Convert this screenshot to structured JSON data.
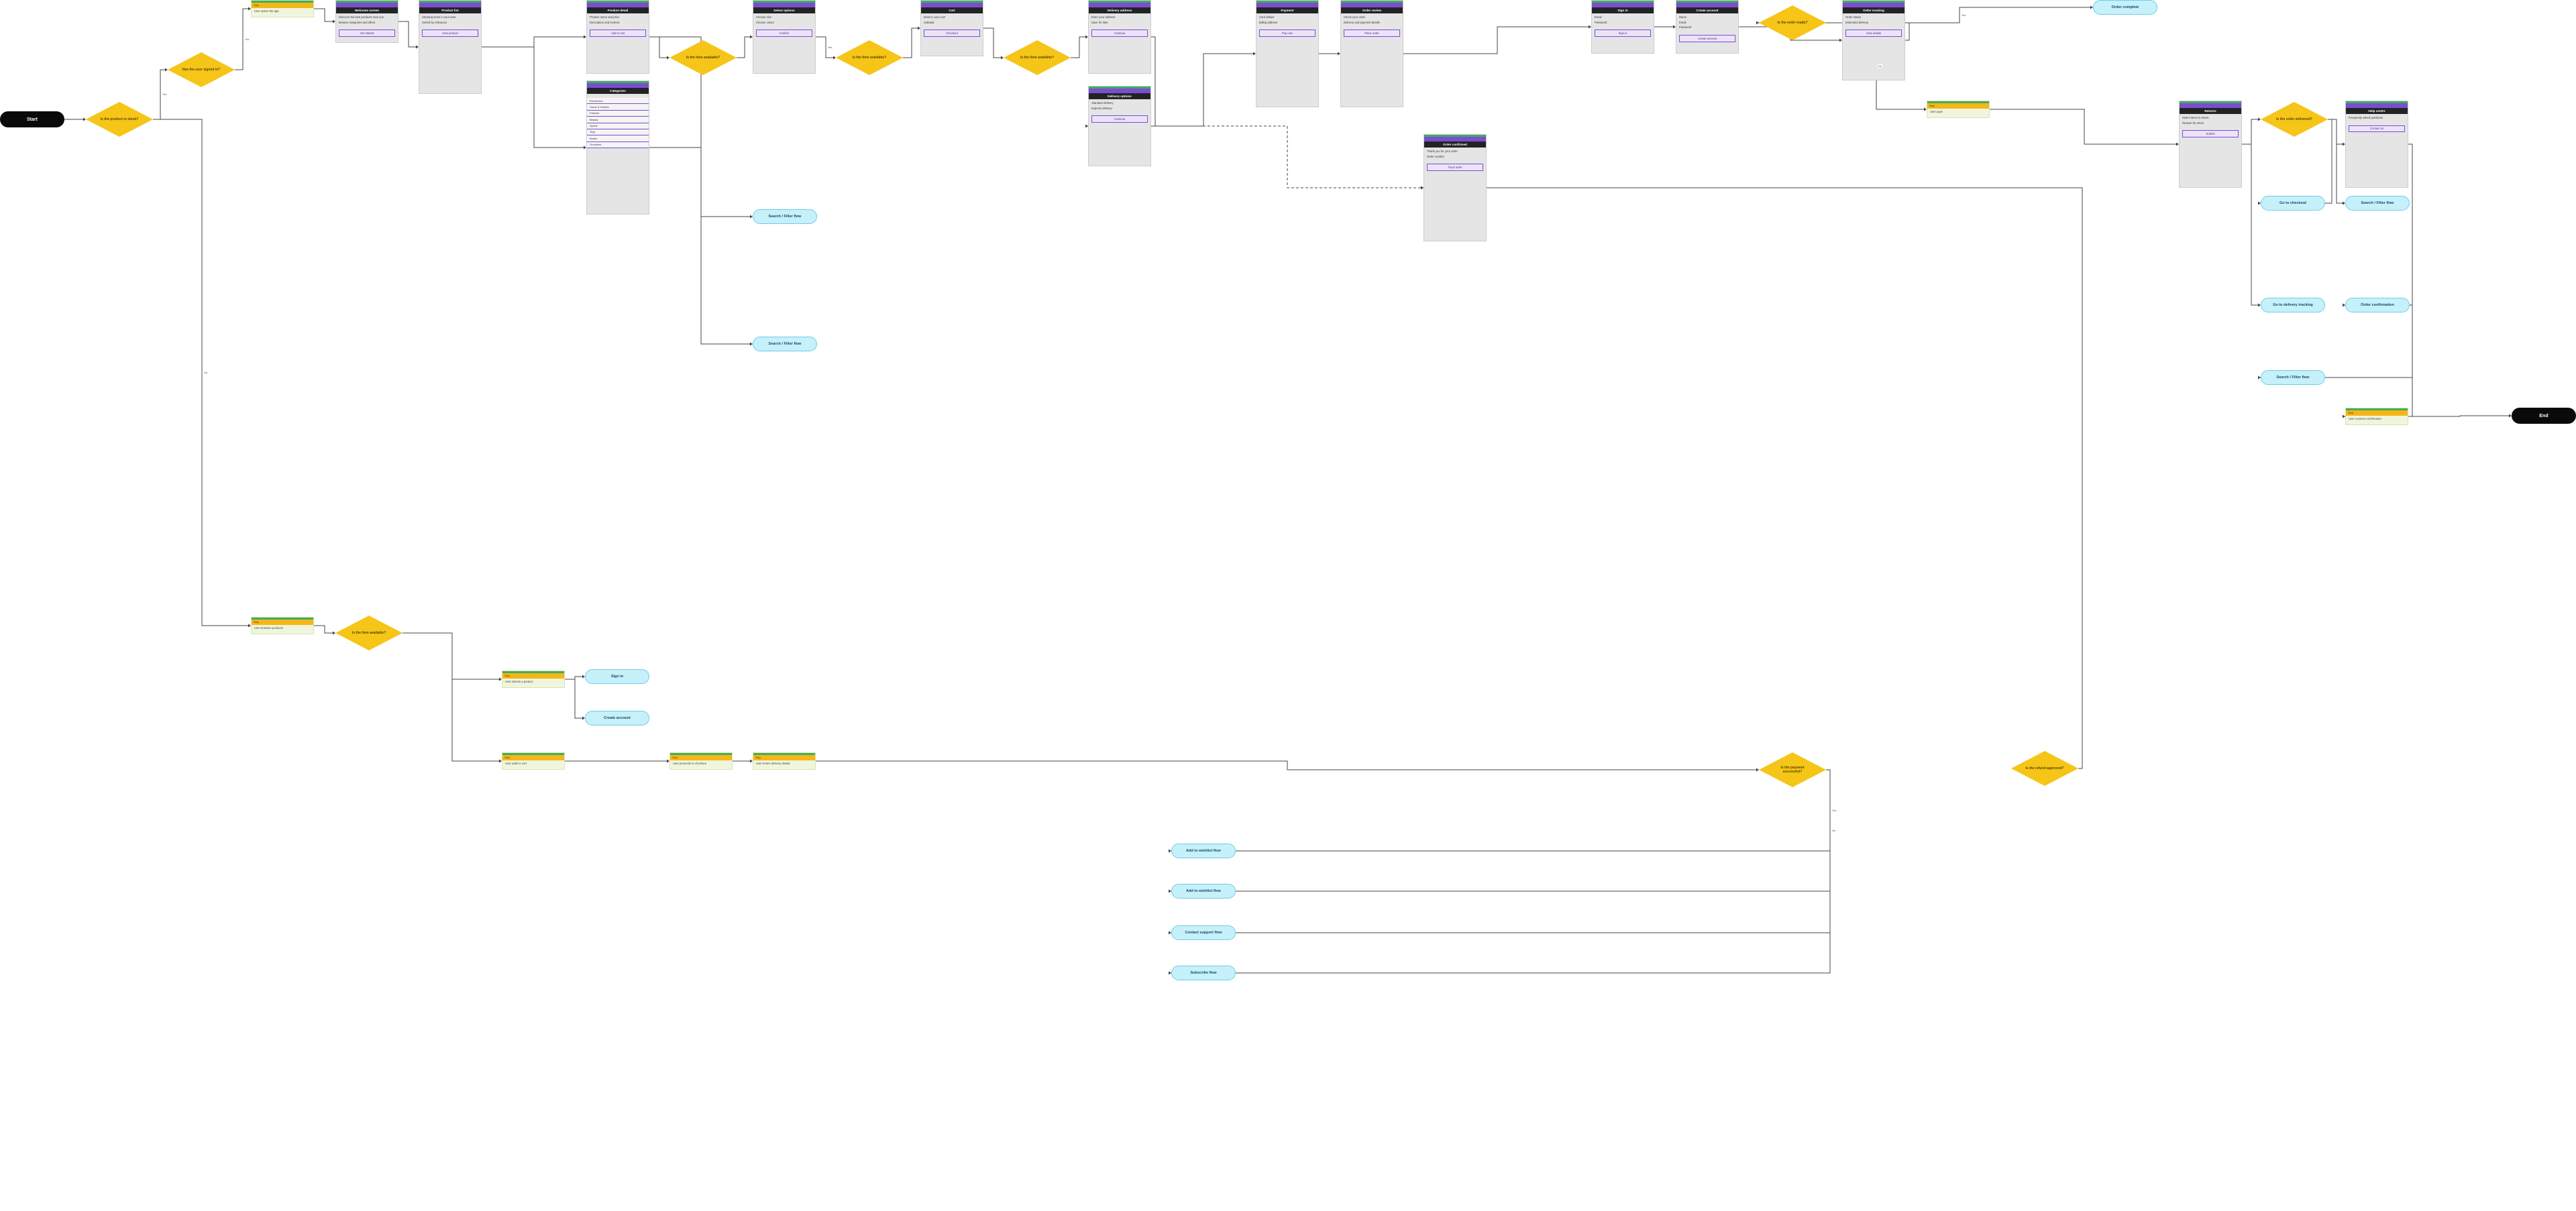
{
  "colors": {
    "terminal": "#0a0a0a",
    "decision": "#f5c518",
    "end_pill": "#c6f0fa",
    "card_bar": "#232323",
    "brand_bar": "#7c4dd1",
    "step_bar": "#f4b618",
    "status_strip": "#3fae5e",
    "note": "#fbd9a3",
    "connector": "#444444"
  },
  "terminals": {
    "start": "Start",
    "end": "End"
  },
  "decisions": [
    {
      "id": "d1",
      "label": "Is the product in stock?"
    },
    {
      "id": "d2",
      "label": "Has the user signed in?"
    },
    {
      "id": "d3",
      "label": "Is the item available?"
    },
    {
      "id": "d4",
      "label": "Is the item available?"
    },
    {
      "id": "d5",
      "label": "Is the item available?"
    },
    {
      "id": "d6",
      "label": "Is the item available?"
    },
    {
      "id": "d7",
      "label": "Is the payment successful?"
    },
    {
      "id": "d8",
      "label": "Is the order ready?"
    },
    {
      "id": "d9",
      "label": "Is the order delivered?"
    },
    {
      "id": "d10",
      "label": "Is the refund approved?"
    }
  ],
  "end_pills": [
    {
      "id": "p1",
      "label": "Order complete"
    },
    {
      "id": "p2",
      "label": "Search / Filter flow"
    },
    {
      "id": "p3",
      "label": "Search / Filter flow"
    },
    {
      "id": "p4",
      "label": "Go to checkout"
    },
    {
      "id": "p5",
      "label": "Go to delivery tracking"
    },
    {
      "id": "p6",
      "label": "Order confirmation"
    },
    {
      "id": "p7",
      "label": "Search / Filter flow"
    },
    {
      "id": "p8",
      "label": "Search / Filter flow"
    },
    {
      "id": "p9",
      "label": "Sign in"
    },
    {
      "id": "p10",
      "label": "Create account"
    },
    {
      "id": "p11",
      "label": "Add to wishlist flow"
    },
    {
      "id": "p12",
      "label": "Add to wishlist flow"
    },
    {
      "id": "p13",
      "label": "Contact support flow"
    },
    {
      "id": "p14",
      "label": "Subscribe flow"
    }
  ],
  "cards": [
    {
      "id": "c1",
      "title": "Welcome screen",
      "lines": [
        "Discover the best products near you",
        "Browse categories and offers"
      ],
      "button": "Get started",
      "note": ""
    },
    {
      "id": "c2",
      "title": "Product list",
      "lines": [
        "Showing items in your area",
        "Sorted by relevance"
      ],
      "button": "View product",
      "note": ""
    },
    {
      "id": "c3",
      "title": "Product detail",
      "lines": [
        "Product name and price",
        "Description and reviews"
      ],
      "button": "Add to cart",
      "note": ""
    },
    {
      "id": "c4",
      "title": "Select options",
      "lines": [
        "Choose size",
        "Choose colour"
      ],
      "button": "Confirm",
      "note": ""
    },
    {
      "id": "c5",
      "title": "Categories",
      "lines": [],
      "button": "",
      "note": ""
    },
    {
      "id": "c6",
      "title": "Cart",
      "lines": [
        "Items in your cart",
        "Subtotal"
      ],
      "button": "Checkout",
      "note": ""
    },
    {
      "id": "c7",
      "title": "Delivery address",
      "lines": [
        "Enter your address",
        "Save for later"
      ],
      "button": "Continue",
      "note": ""
    },
    {
      "id": "c8",
      "title": "Delivery options",
      "lines": [
        "Standard delivery",
        "Express delivery"
      ],
      "button": "Continue",
      "note": ""
    },
    {
      "id": "c9",
      "title": "Payment",
      "lines": [
        "Card details",
        "Billing address"
      ],
      "button": "Pay now",
      "note": ""
    },
    {
      "id": "c10",
      "title": "Order review",
      "lines": [
        "Check your order",
        "Delivery and payment details"
      ],
      "button": "Place order",
      "note": ""
    },
    {
      "id": "c11",
      "title": "Order confirmed",
      "lines": [
        "Thank you for your order",
        "Order number"
      ],
      "button": "Track order",
      "note": ""
    },
    {
      "id": "c12",
      "title": "Sign in",
      "lines": [
        "Email",
        "Password"
      ],
      "button": "Sign in",
      "note": ""
    },
    {
      "id": "c13",
      "title": "Create account",
      "lines": [
        "Name",
        "Email",
        "Password"
      ],
      "button": "Create account",
      "note": ""
    },
    {
      "id": "c14",
      "title": "Order tracking",
      "lines": [
        "Order status",
        "Estimated delivery"
      ],
      "button": "View details",
      "note": ""
    },
    {
      "id": "c15",
      "title": "Returns",
      "lines": [
        "Select items to return",
        "Reason for return"
      ],
      "button": "Submit",
      "note": ""
    },
    {
      "id": "c16",
      "title": "Help centre",
      "lines": [
        "Frequently asked questions"
      ],
      "button": "Contact us",
      "note": ""
    }
  ],
  "list_rows": [
    "Electronics",
    "Home & Garden",
    "Fashion",
    "Beauty",
    "Sports",
    "Toys",
    "Books",
    "Groceries"
  ],
  "steps": [
    {
      "id": "s1",
      "tag": "Step",
      "text": "User opens the app"
    },
    {
      "id": "s2",
      "tag": "Step",
      "text": "User browses products"
    },
    {
      "id": "s3",
      "tag": "Step",
      "text": "User selects a product"
    },
    {
      "id": "s4",
      "tag": "Step",
      "text": "User adds to cart"
    },
    {
      "id": "s5",
      "tag": "Step",
      "text": "User proceeds to checkout"
    },
    {
      "id": "s6",
      "tag": "Step",
      "text": "User enters delivery details"
    },
    {
      "id": "s7",
      "tag": "Step",
      "text": "User pays"
    },
    {
      "id": "s8",
      "tag": "Step",
      "text": "User receives confirmation"
    }
  ],
  "edge_labels": {
    "yes": "Yes",
    "no": "No"
  }
}
